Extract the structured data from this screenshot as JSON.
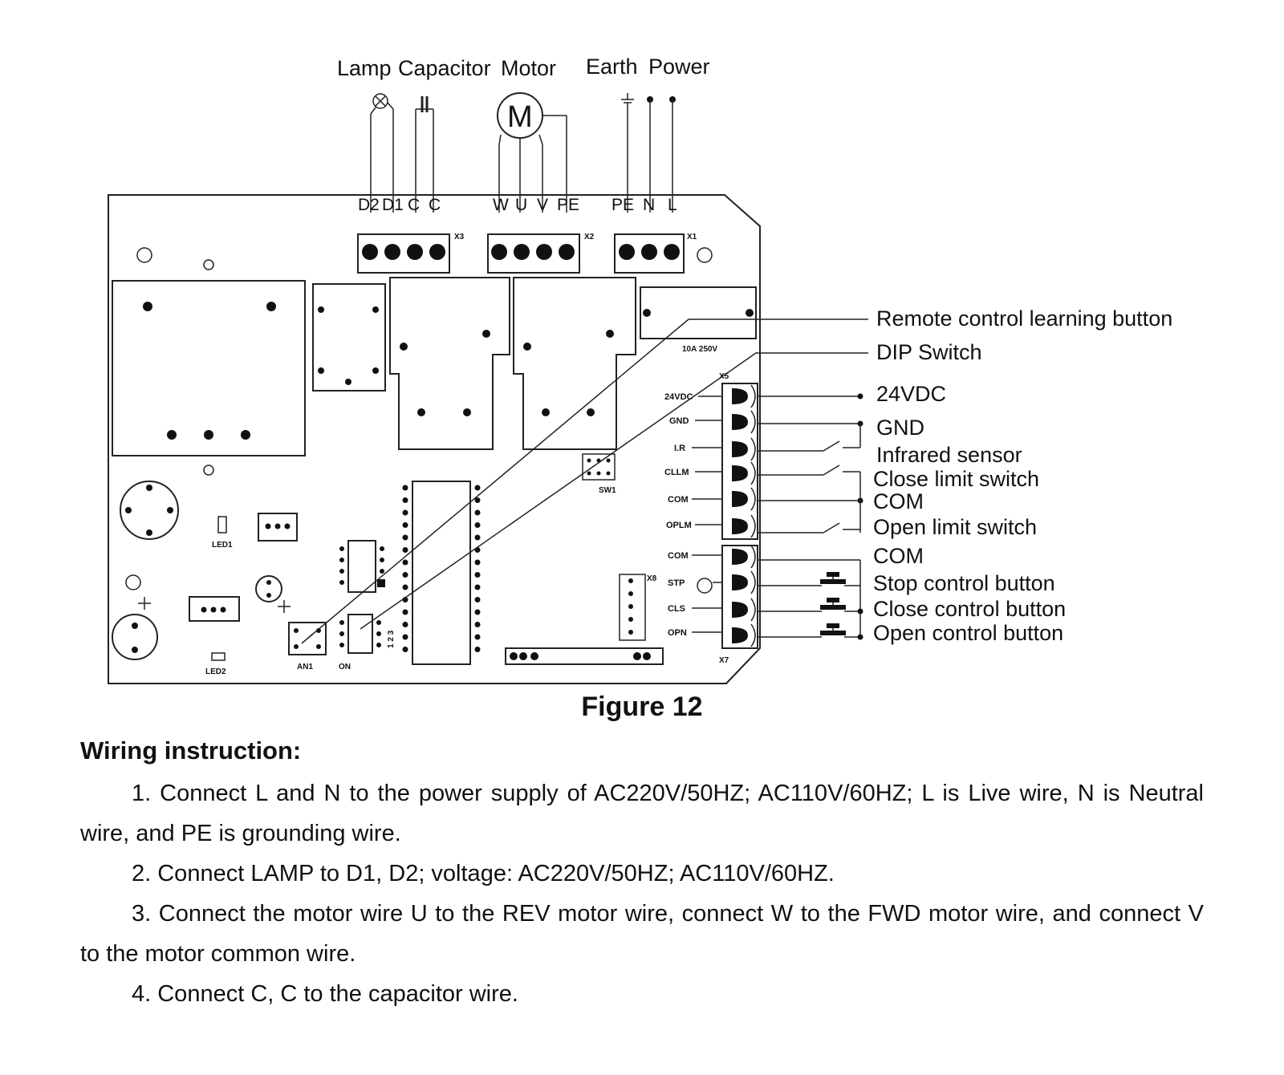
{
  "top_labels": {
    "lamp": "Lamp",
    "capacitor": "Capacitor",
    "motor": "Motor",
    "earth": "Earth",
    "power": "Power",
    "motor_symbol": "M"
  },
  "pins": {
    "x3": [
      "D2",
      "D1",
      "C",
      "C"
    ],
    "x2": [
      "W",
      "U",
      "V",
      "PE"
    ],
    "x1": [
      "PE",
      "N",
      "L"
    ]
  },
  "connector_refs": {
    "x3": "X3",
    "x2": "X2",
    "x1": "X1",
    "x5": "X5",
    "x7": "X7",
    "x8": "X8",
    "sw1": "SW1",
    "an1": "AN1",
    "on": "ON",
    "led1": "LED1",
    "led2": "LED2",
    "fuse": "10A 250V",
    "dip_numbers": "1 2 3"
  },
  "x5_terminals": [
    "24VDC",
    "GND",
    "I.R",
    "CLLM",
    "COM",
    "OPLM"
  ],
  "x7_terminals": [
    "COM",
    "STP",
    "CLS",
    "OPN"
  ],
  "callouts": {
    "remote": "Remote control learning button",
    "dip": "DIP Switch",
    "v24": "24VDC",
    "gnd": "GND",
    "infrared": "Infrared sensor",
    "close_limit": "Close limit switch",
    "com1": "COM",
    "open_limit": "Open limit switch",
    "com2": "COM",
    "stop": "Stop control button",
    "close_btn": "Close control button",
    "open_btn": "Open control button"
  },
  "caption": "Figure 12",
  "instructions": {
    "heading": "Wiring instruction:",
    "steps": [
      "1. Connect L and N to the power supply of AC220V/50HZ; AC110V/60HZ; L is Live wire, N is Neutral wire, and PE is grounding wire.",
      "2. Connect LAMP to D1, D2; voltage: AC220V/50HZ; AC110V/60HZ.",
      "3. Connect the motor wire U to the REV motor wire, connect W to the FWD motor wire, and connect V to the motor common wire.",
      "4. Connect C, C to the capacitor wire."
    ]
  }
}
